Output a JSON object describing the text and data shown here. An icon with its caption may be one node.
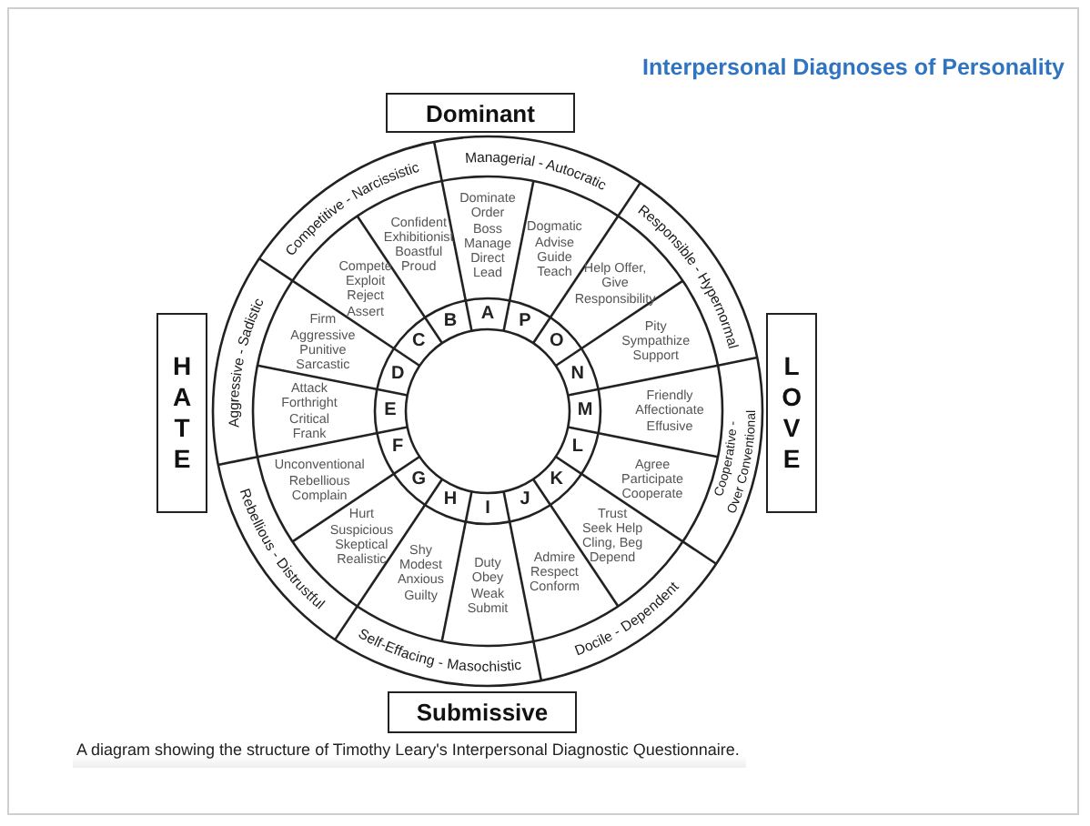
{
  "diagram": {
    "title": "Interpersonal Diagnoses of Personality",
    "caption": "A diagram showing the structure of Timothy Leary's Interpersonal Diagnostic Questionnaire.",
    "nodes": [
      {
        "text": [
          "Dominant"
        ]
      },
      {
        "text": [
          "Competitive - Narcissistic"
        ]
      },
      {
        "text": [
          "Managerial - Autocratic"
        ]
      },
      {
        "text": [
          "Responsible - Hypernormal"
        ]
      },
      {
        "text": [
          "Aggressive - Sadistic"
        ]
      },
      {
        "text": [
          "HATE"
        ]
      },
      {
        "text": [
          "LOVE"
        ]
      },
      {
        "text": [
          "Cooperative - Over Conventional"
        ]
      },
      {
        "text": [
          "Rebellious - Distrustful"
        ]
      },
      {
        "text": [
          "Self-Effacing - Masochistic"
        ]
      },
      {
        "text": [
          "Docile - Dependent"
        ]
      },
      {
        "text": [
          "Submissive"
        ]
      },
      {
        "text": [
          "Dominate Order Boss Manage Direct Lead"
        ]
      },
      {
        "text": [
          "Confident Exhibitionist Boastful Proud"
        ]
      },
      {
        "text": [
          "Compete Exploit Reject Assert"
        ]
      },
      {
        "text": [
          "Firm Aggressive Punitive Sarcastic"
        ]
      },
      {
        "text": [
          "Attack Forthright Critical Frank"
        ]
      },
      {
        "text": [
          "Unconventional Rebellious Complain"
        ]
      },
      {
        "text": [
          "Hurt Suspicious Skeptical Realistic"
        ]
      },
      {
        "text": [
          "Shy Modest Anxious Guilty"
        ]
      },
      {
        "text": [
          "Duty Obey Weak Submit"
        ]
      },
      {
        "text": [
          "Admire Respect Conform"
        ]
      },
      {
        "text": [
          "Trust Seek Help Cling, Beg Depend"
        ]
      },
      {
        "text": [
          "Agree Participate Cooperate"
        ]
      },
      {
        "text": [
          "Friendly Affectionate Effusive"
        ]
      },
      {
        "text": [
          "Pity Sympathize Support"
        ]
      },
      {
        "text": [
          "Help Offer, Give Responsibility"
        ]
      },
      {
        "text": [
          "Dogmatic Advise Guide Teach"
        ]
      }
    ],
    "edges": [],
    "labels": [
      "A",
      "B",
      "C",
      "D",
      "E",
      "F",
      "G",
      "H",
      "I",
      "J",
      "K",
      "L",
      "M",
      "N",
      "O",
      "P"
    ]
  }
}
